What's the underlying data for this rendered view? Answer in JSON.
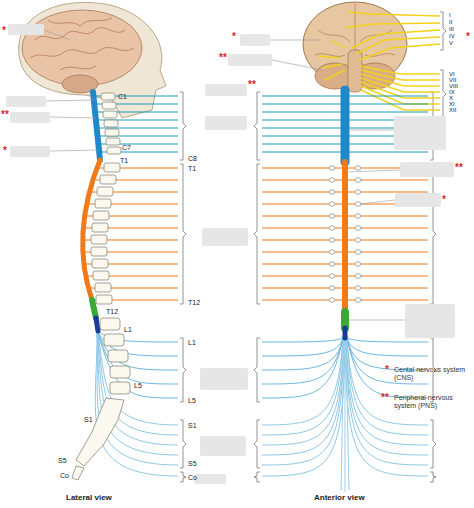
{
  "diagram": {
    "labels": [
      "*",
      "**",
      "*",
      "C1",
      "C7",
      "T1",
      "T12",
      "L1",
      "L5",
      "S1",
      "S5",
      "Co",
      "*",
      "**",
      "**",
      "C8",
      "T1",
      "T12",
      "L1",
      "L5",
      "S1",
      "S5",
      "Co",
      "I",
      "II",
      "III",
      "IV",
      "V",
      "VI",
      "VII",
      "VIII",
      "IX",
      "X",
      "XI",
      "XII",
      "*",
      "**",
      "*",
      "*",
      "**",
      "Lateral view",
      "Anterior view"
    ],
    "legend": [
      {
        "text": "Cental nervous system (CNS)"
      },
      {
        "text": "Peripheral nervous system (PNS)"
      }
    ]
  }
}
